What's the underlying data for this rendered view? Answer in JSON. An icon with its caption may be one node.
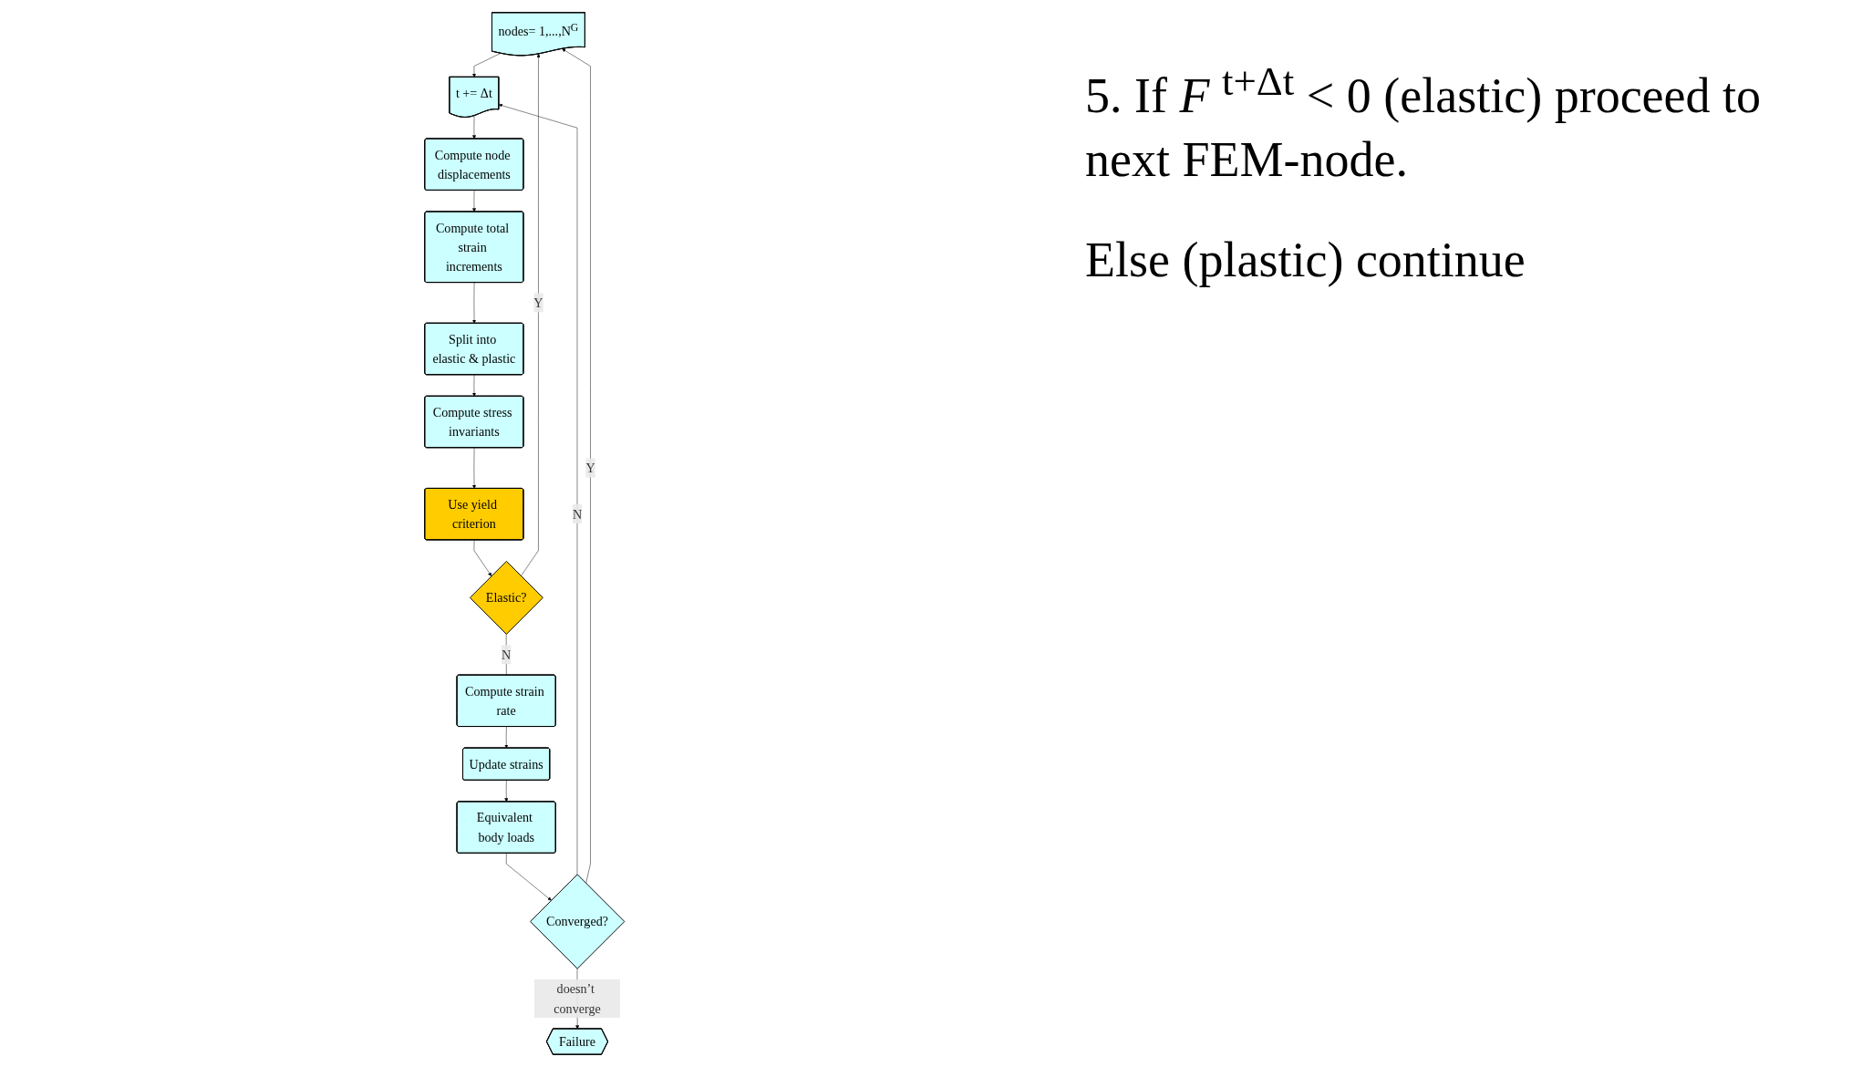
{
  "diagram": {
    "nodes": [
      {
        "text": [
          "nodes= 1,...,N$^{G}$"
        ]
      },
      {
        "text": [
          "t += Δt"
        ]
      },
      {
        "text": [
          "Compute node displacements"
        ]
      },
      {
        "text": [
          "Compute total strain increments"
        ]
      },
      {
        "text": [
          "Split into elastic & plastic"
        ]
      },
      {
        "text": [
          "Compute stress invariants"
        ]
      },
      {
        "text": [
          "Use yield criterion"
        ]
      },
      {
        "text": [
          "Elastic?"
        ]
      },
      {
        "text": [
          "Compute strain rate"
        ]
      },
      {
        "text": [
          "Update strains"
        ]
      },
      {
        "text": [
          "Equivalent body loads"
        ]
      },
      {
        "text": [
          "Converged?"
        ]
      },
      {
        "text": [
          "Failure"
        ]
      }
    ],
    "edges": [
      {
        "from": 0,
        "to": 1,
        "arrow": "to"
      },
      {
        "from": 1,
        "to": 2,
        "arrow": "to"
      },
      {
        "from": 2,
        "to": 3,
        "arrow": "to"
      },
      {
        "from": 3,
        "to": 4,
        "arrow": "to"
      },
      {
        "from": 4,
        "to": 5,
        "arrow": "to"
      },
      {
        "from": 5,
        "to": 6,
        "arrow": "to"
      },
      {
        "from": 6,
        "to": 7,
        "arrow": "to"
      },
      {
        "from": 7,
        "to": 0,
        "label": "Y",
        "arrow": "to"
      },
      {
        "from": 7,
        "to": 8,
        "label": "N",
        "arrow": "none"
      },
      {
        "from": 8,
        "to": 9,
        "arrow": "to"
      },
      {
        "from": 9,
        "to": 10,
        "arrow": "to"
      },
      {
        "from": 10,
        "to": 11,
        "arrow": "to"
      },
      {
        "from": 11,
        "to": 1,
        "label": "N",
        "arrow": "to"
      },
      {
        "from": 11,
        "to": 0,
        "label": "Y",
        "arrow": "to"
      },
      {
        "from": 11,
        "to": 12,
        "label": "doesn’t converge",
        "arrow": "to"
      }
    ],
    "labels": [
      "5. If *F* $^{t+Δt}$ < 0 (elastic) proceed to next FEM-node.",
      "Else (plastic) continue"
    ]
  }
}
